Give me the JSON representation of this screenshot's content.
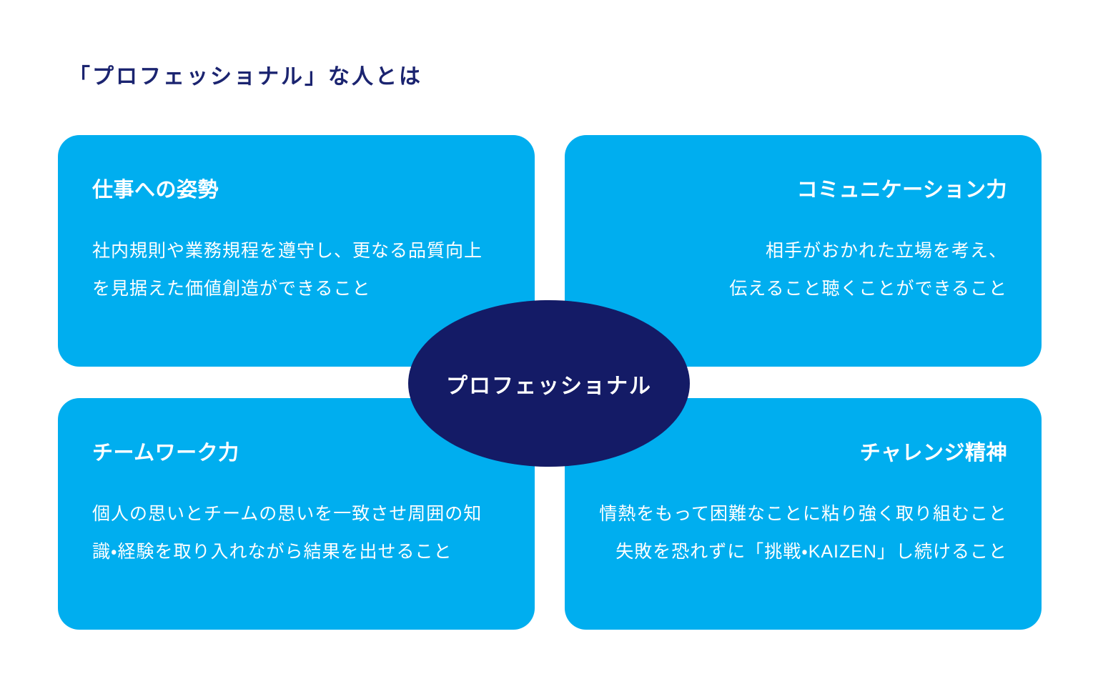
{
  "page": {
    "title": "「プロフェッショナル」な人とは"
  },
  "colors": {
    "page_bg": "#ffffff",
    "card_bg": "#00aeef",
    "ellipse_bg": "#141b66",
    "title_color": "#1b2470",
    "text_on_card": "#ffffff"
  },
  "center": {
    "label": "プロフェッショナル"
  },
  "cards": [
    {
      "id": "work-attitude",
      "title": "仕事への姿勢",
      "lines": [
        "社内規則や業務規程を遵守し、更なる品質向上",
        "を見据えた価値創造ができること"
      ],
      "align": "left"
    },
    {
      "id": "communication",
      "title": "コミュニケーション力",
      "lines": [
        "相手がおかれた立場を考え、",
        "伝えること聴くことができること"
      ],
      "align": "right"
    },
    {
      "id": "teamwork",
      "title": "チームワーク力",
      "lines": [
        "個人の思いとチームの思いを一致させ周囲の知",
        "識・経験を取り入れながら結果を出せること"
      ],
      "align": "left"
    },
    {
      "id": "challenge-spirit",
      "title": "チャレンジ精神",
      "lines": [
        "情熱をもって困難なことに粘り強く取り組むこと",
        "失敗を恐れずに「挑戦・KAIZEN」し続けること"
      ],
      "align": "right"
    }
  ]
}
